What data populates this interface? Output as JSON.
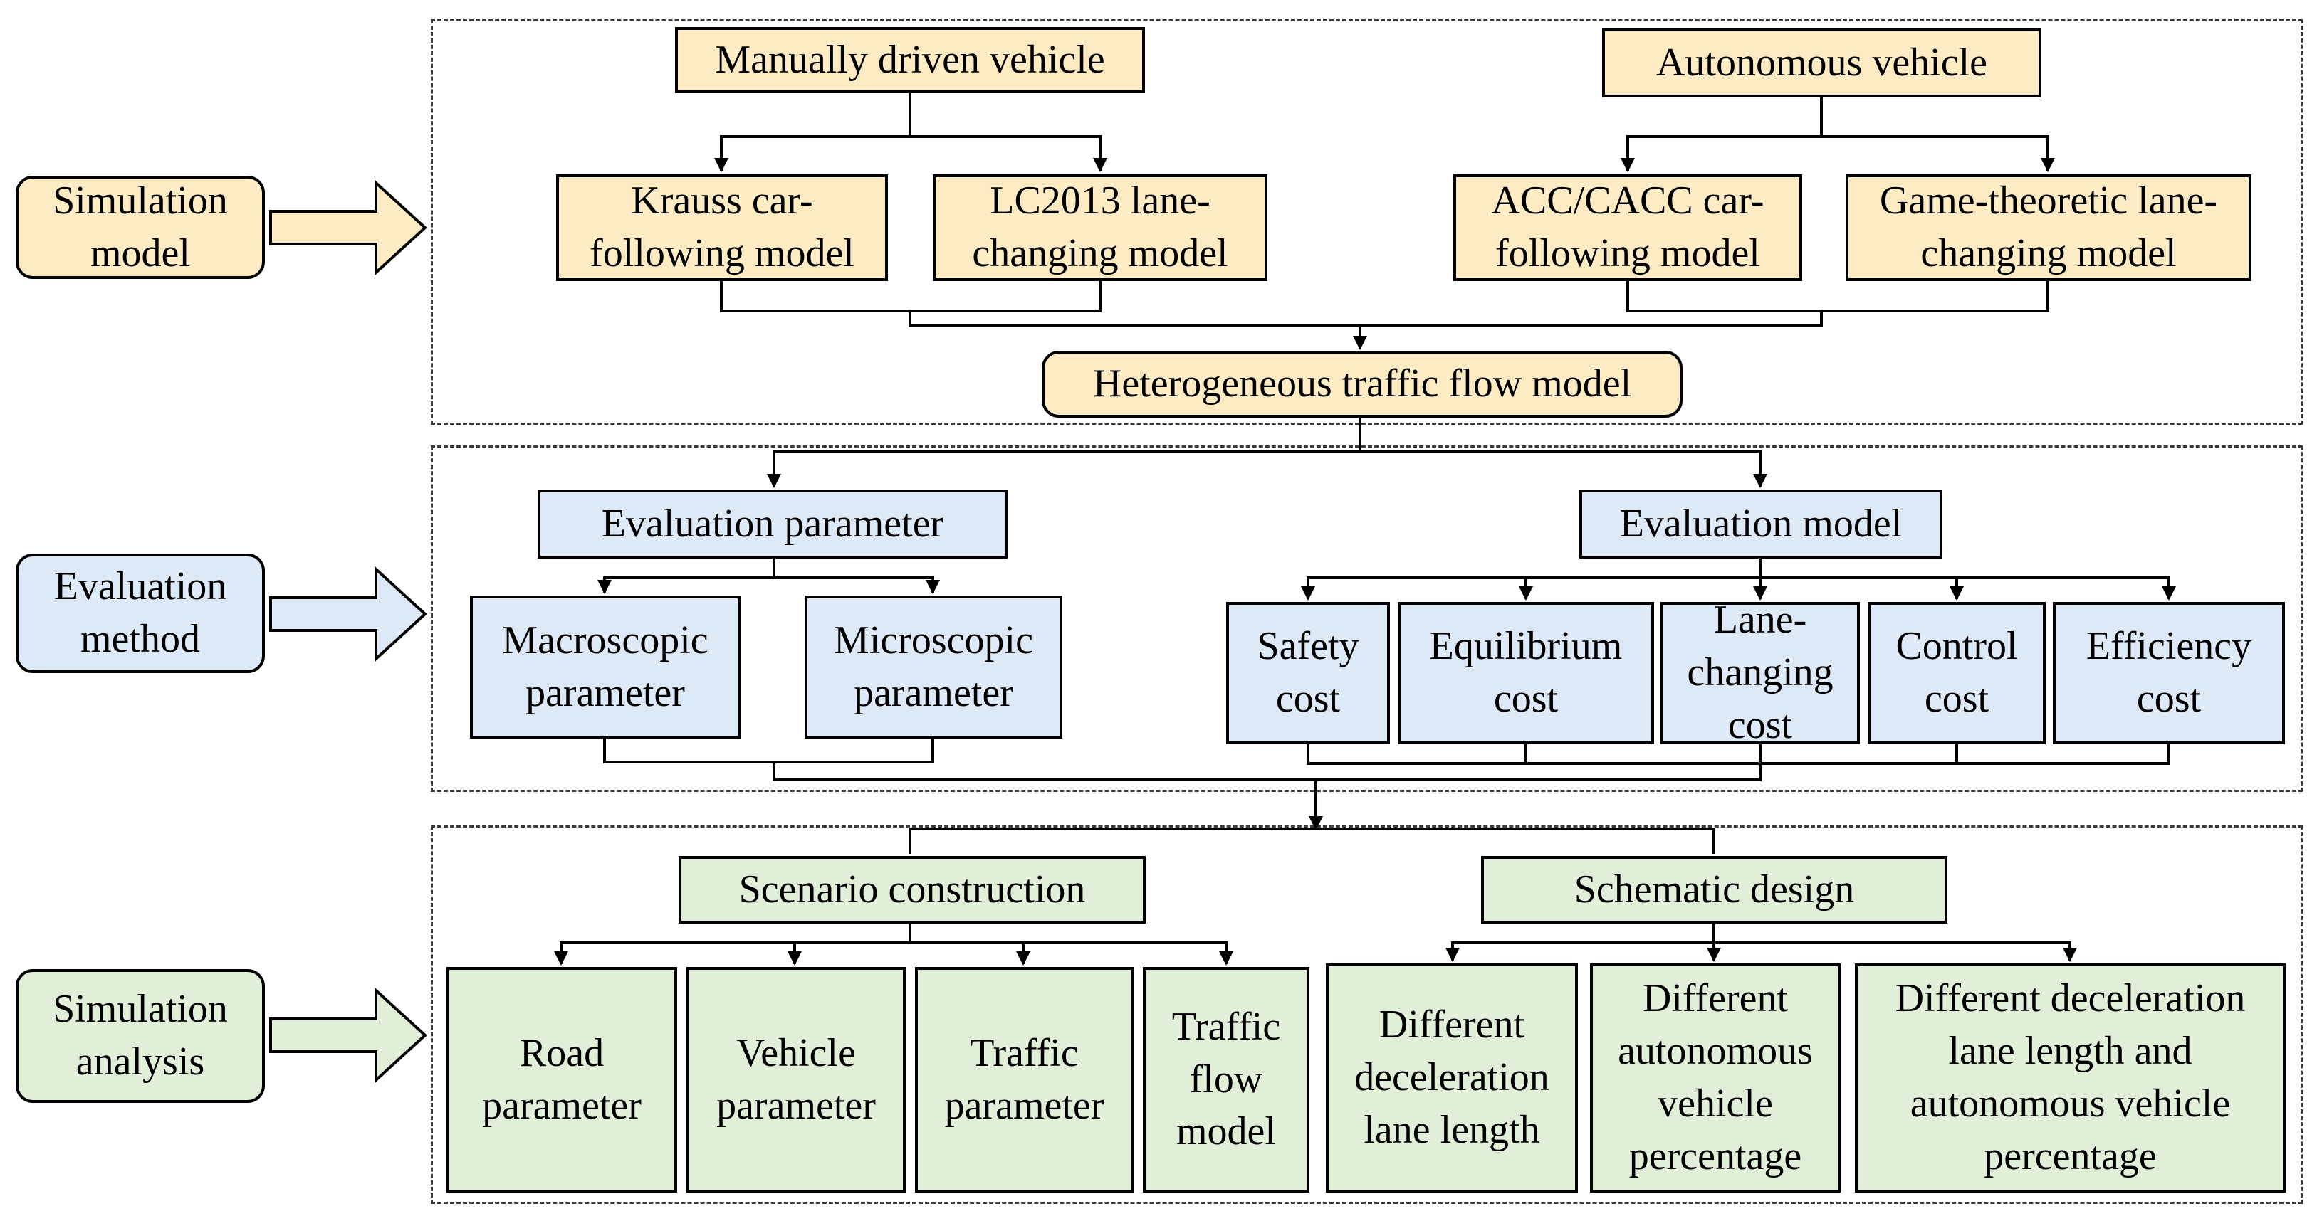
{
  "colors": {
    "model_fill": "#fdecc3",
    "evaluation_fill": "#dde9f6",
    "analysis_fill": "#e1efd9",
    "line": "#000000"
  },
  "side_labels": {
    "simulation_model": "Simulation\nmodel",
    "evaluation_method": "Evaluation\nmethod",
    "simulation_analysis": "Simulation\nanalysis"
  },
  "simulation_model": {
    "manual_vehicle": "Manually driven vehicle",
    "autonomous_vehicle": "Autonomous vehicle",
    "krauss": "Krauss car-\nfollowing model",
    "lc2013": "LC2013 lane-\nchanging model",
    "acc_cacc": "ACC/CACC car-\nfollowing model",
    "game_theoretic": "Game-theoretic lane-\nchanging model",
    "heterogeneous": "Heterogeneous traffic flow model"
  },
  "evaluation_method": {
    "evaluation_parameter": "Evaluation parameter",
    "macroscopic": "Macroscopic\nparameter",
    "microscopic": "Microscopic\nparameter",
    "evaluation_model": "Evaluation model",
    "safety_cost": "Safety\ncost",
    "equilibrium_cost": "Equilibrium\ncost",
    "lane_changing_cost": "Lane-\nchanging\ncost",
    "control_cost": "Control\ncost",
    "efficiency_cost": "Efficiency\ncost"
  },
  "simulation_analysis": {
    "scenario_construction": "Scenario construction",
    "road_parameter": "Road\nparameter",
    "vehicle_parameter": "Vehicle\nparameter",
    "traffic_parameter": "Traffic\nparameter",
    "traffic_flow_model": "Traffic\nflow\nmodel",
    "schematic_design": "Schematic design",
    "diff_decel_lane": "Different\ndeceleration\nlane length",
    "diff_av_percentage": "Different\nautonomous\nvehicle\npercentage",
    "diff_both": "Different deceleration\nlane length and\nautonomous vehicle\npercentage"
  }
}
